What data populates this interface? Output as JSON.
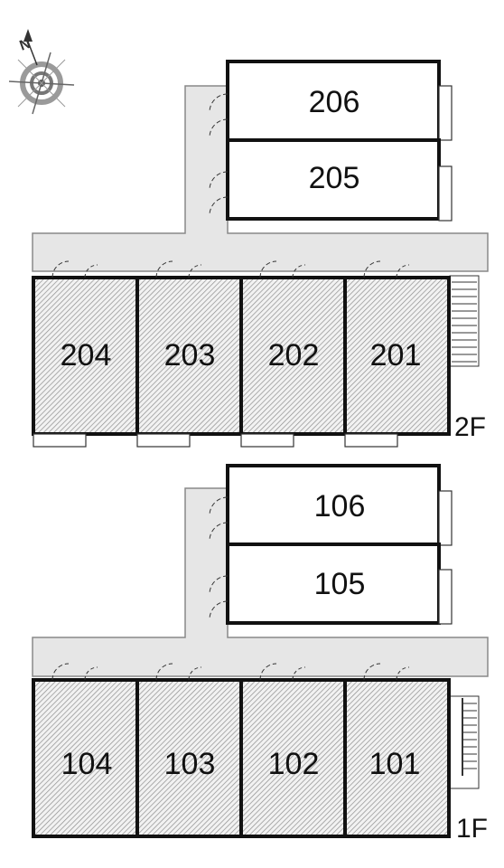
{
  "compass": {
    "north_label": "N",
    "icon": "compass-rose-icon"
  },
  "floors": [
    {
      "id": "2F",
      "label": "2F",
      "upper_units": [
        "206",
        "205"
      ],
      "lower_units": [
        "204",
        "203",
        "202",
        "201"
      ]
    },
    {
      "id": "1F",
      "label": "1F",
      "upper_units": [
        "106",
        "105"
      ],
      "lower_units": [
        "104",
        "103",
        "102",
        "101"
      ]
    }
  ],
  "colors": {
    "wall": "#111111",
    "corridor": "#e6e6e6",
    "hatch": "#9a9a9a",
    "text": "#111111"
  }
}
